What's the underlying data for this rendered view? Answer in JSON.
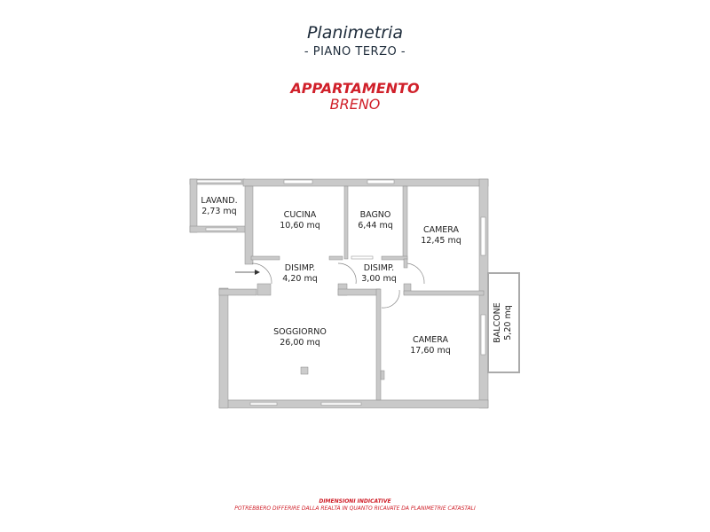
{
  "header": {
    "title": "Planimetria",
    "subtitle": "- PIANO TERZO -",
    "apartment_label": "APPARTAMENTO",
    "apartment_name": "BRENO"
  },
  "rooms": [
    {
      "name": "LAVAND.",
      "area": "2,73 mq"
    },
    {
      "name": "CUCINA",
      "area": "10,60 mq"
    },
    {
      "name": "BAGNO",
      "area": "6,44 mq"
    },
    {
      "name": "CAMERA",
      "area": "12,45 mq"
    },
    {
      "name": "DISIMP.",
      "area": "4,20 mq"
    },
    {
      "name": "DISIMP.",
      "area": "3,00 mq"
    },
    {
      "name": "SOGGIORNO",
      "area": "26,00 mq"
    },
    {
      "name": "CAMERA",
      "area": "17,60 mq"
    },
    {
      "name": "BALCONE",
      "area": "5,20 mq"
    }
  ],
  "footer": {
    "note_title": "DIMENSIONI INDICATIVE",
    "note_text": "POTREBBERO DIFFERIRE DALLA REALTÀ IN QUANTO RICAVATE DA PLANIMETRIE CATASTALI"
  }
}
